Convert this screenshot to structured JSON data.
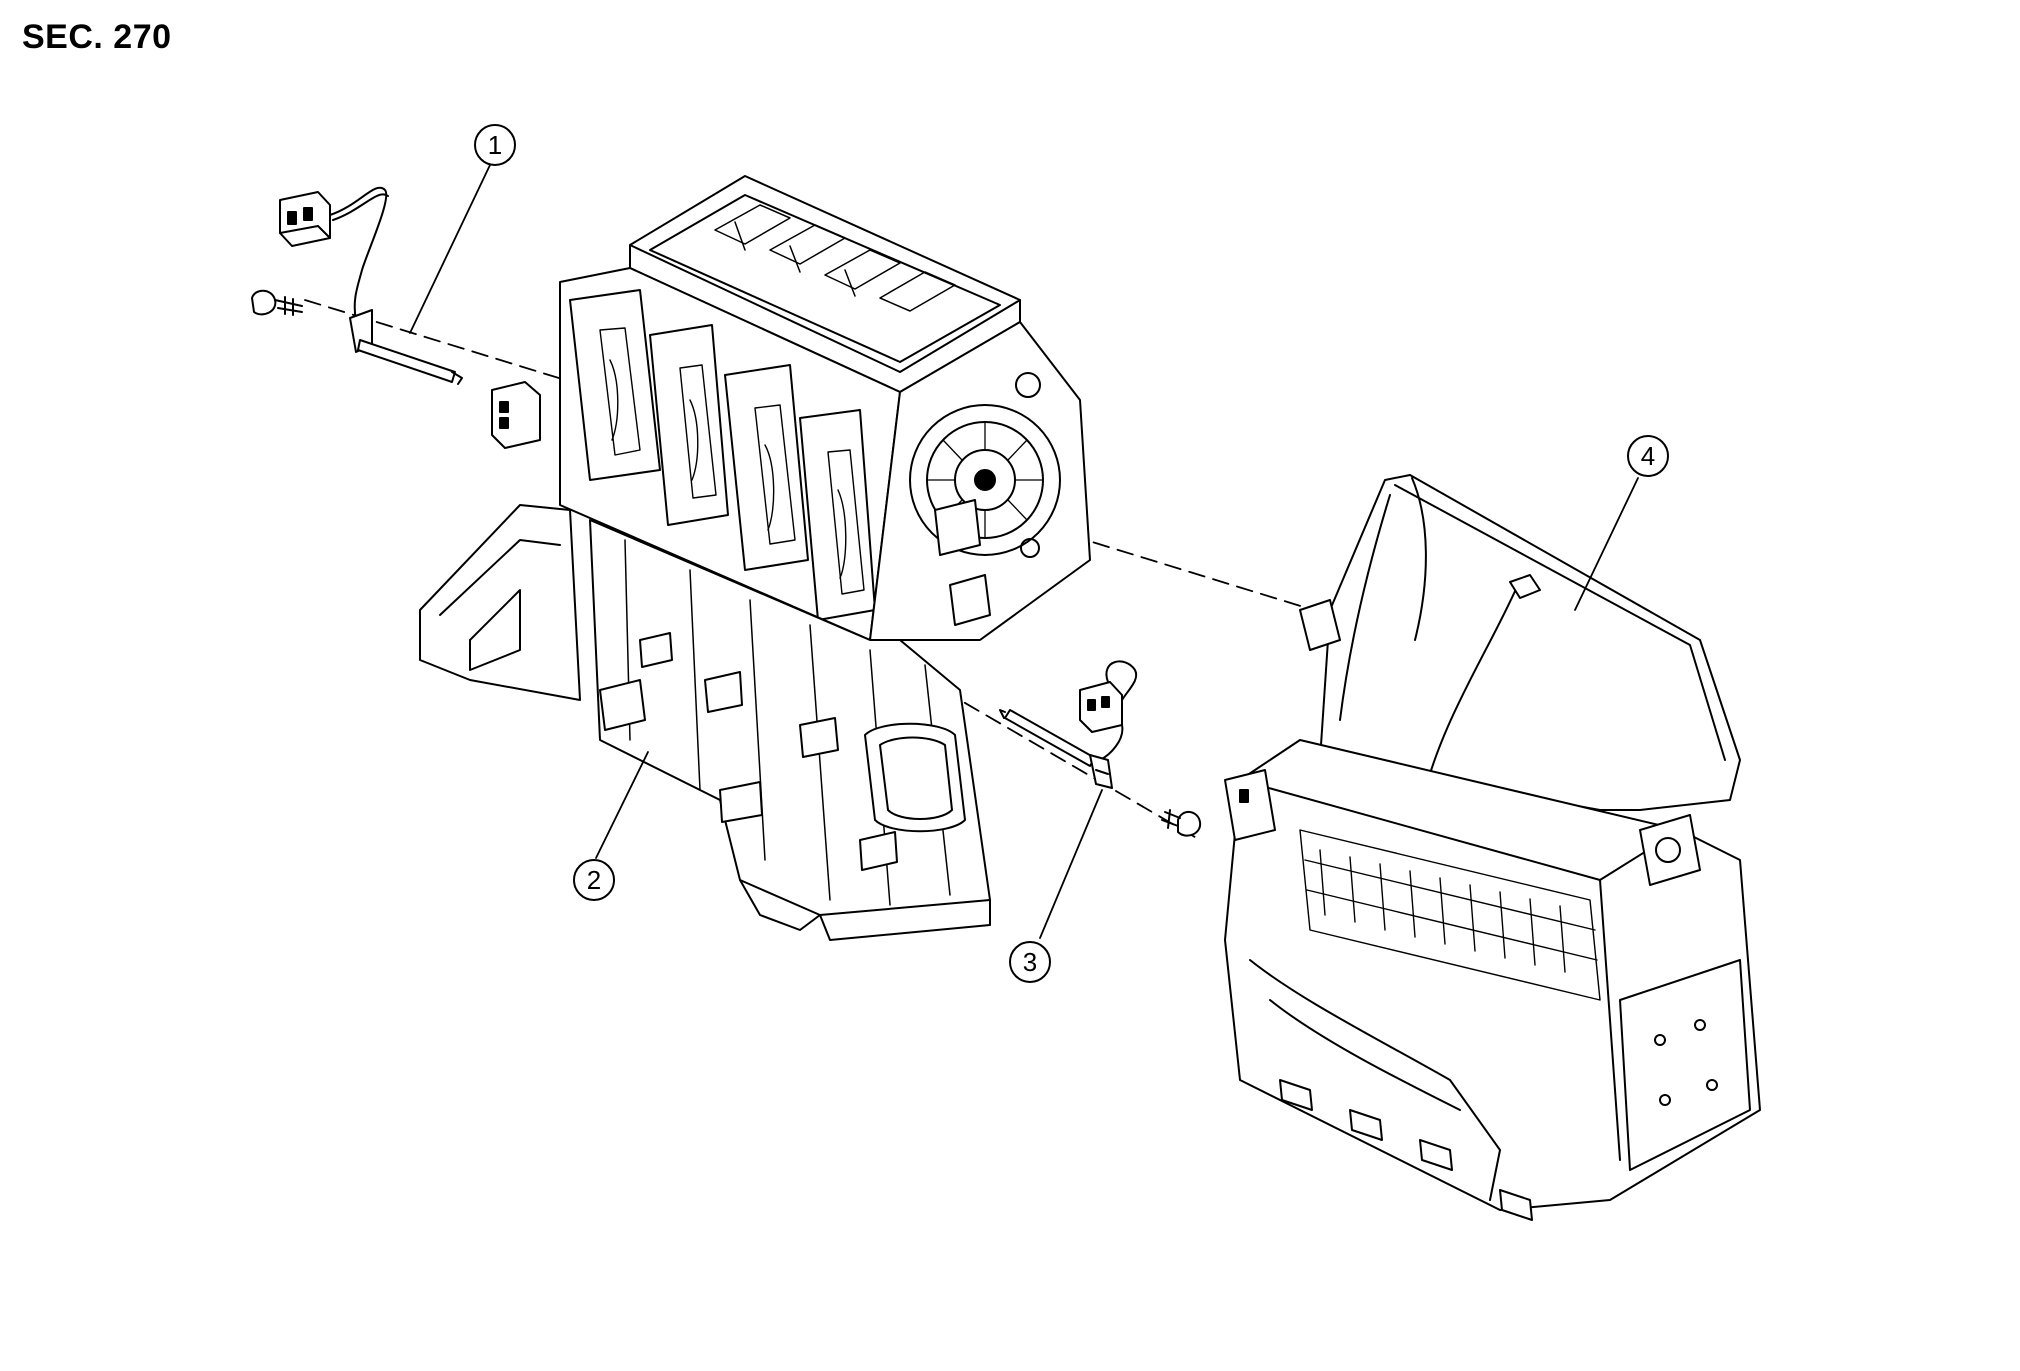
{
  "section": "SEC. 270",
  "callouts": [
    {
      "number": "1"
    },
    {
      "number": "2"
    },
    {
      "number": "3"
    },
    {
      "number": "4"
    }
  ],
  "colors": {
    "line": "#000000",
    "background": "#ffffff"
  }
}
